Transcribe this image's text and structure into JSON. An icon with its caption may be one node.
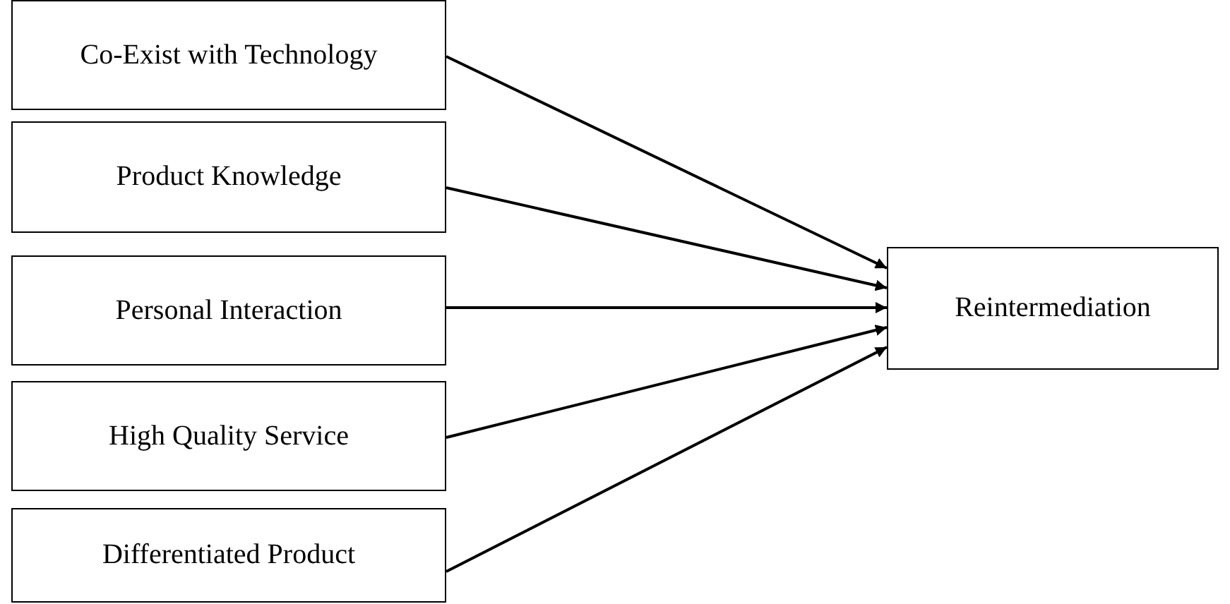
{
  "diagram": {
    "nodes": [
      {
        "text": [
          "Co-Exist with Technology"
        ]
      },
      {
        "text": [
          "Product Knowledge"
        ]
      },
      {
        "text": [
          "Personal Interaction"
        ]
      },
      {
        "text": [
          "High Quality Service"
        ]
      },
      {
        "text": [
          "Differentiated Product"
        ]
      },
      {
        "text": [
          "Reintermediation"
        ]
      }
    ],
    "edges": [
      {
        "from": 0,
        "to": 5,
        "arrow": "to"
      },
      {
        "from": 1,
        "to": 5,
        "arrow": "to"
      },
      {
        "from": 2,
        "to": 5,
        "arrow": "to"
      },
      {
        "from": 3,
        "to": 5,
        "arrow": "to"
      },
      {
        "from": 4,
        "to": 5,
        "arrow": "to"
      }
    ]
  }
}
